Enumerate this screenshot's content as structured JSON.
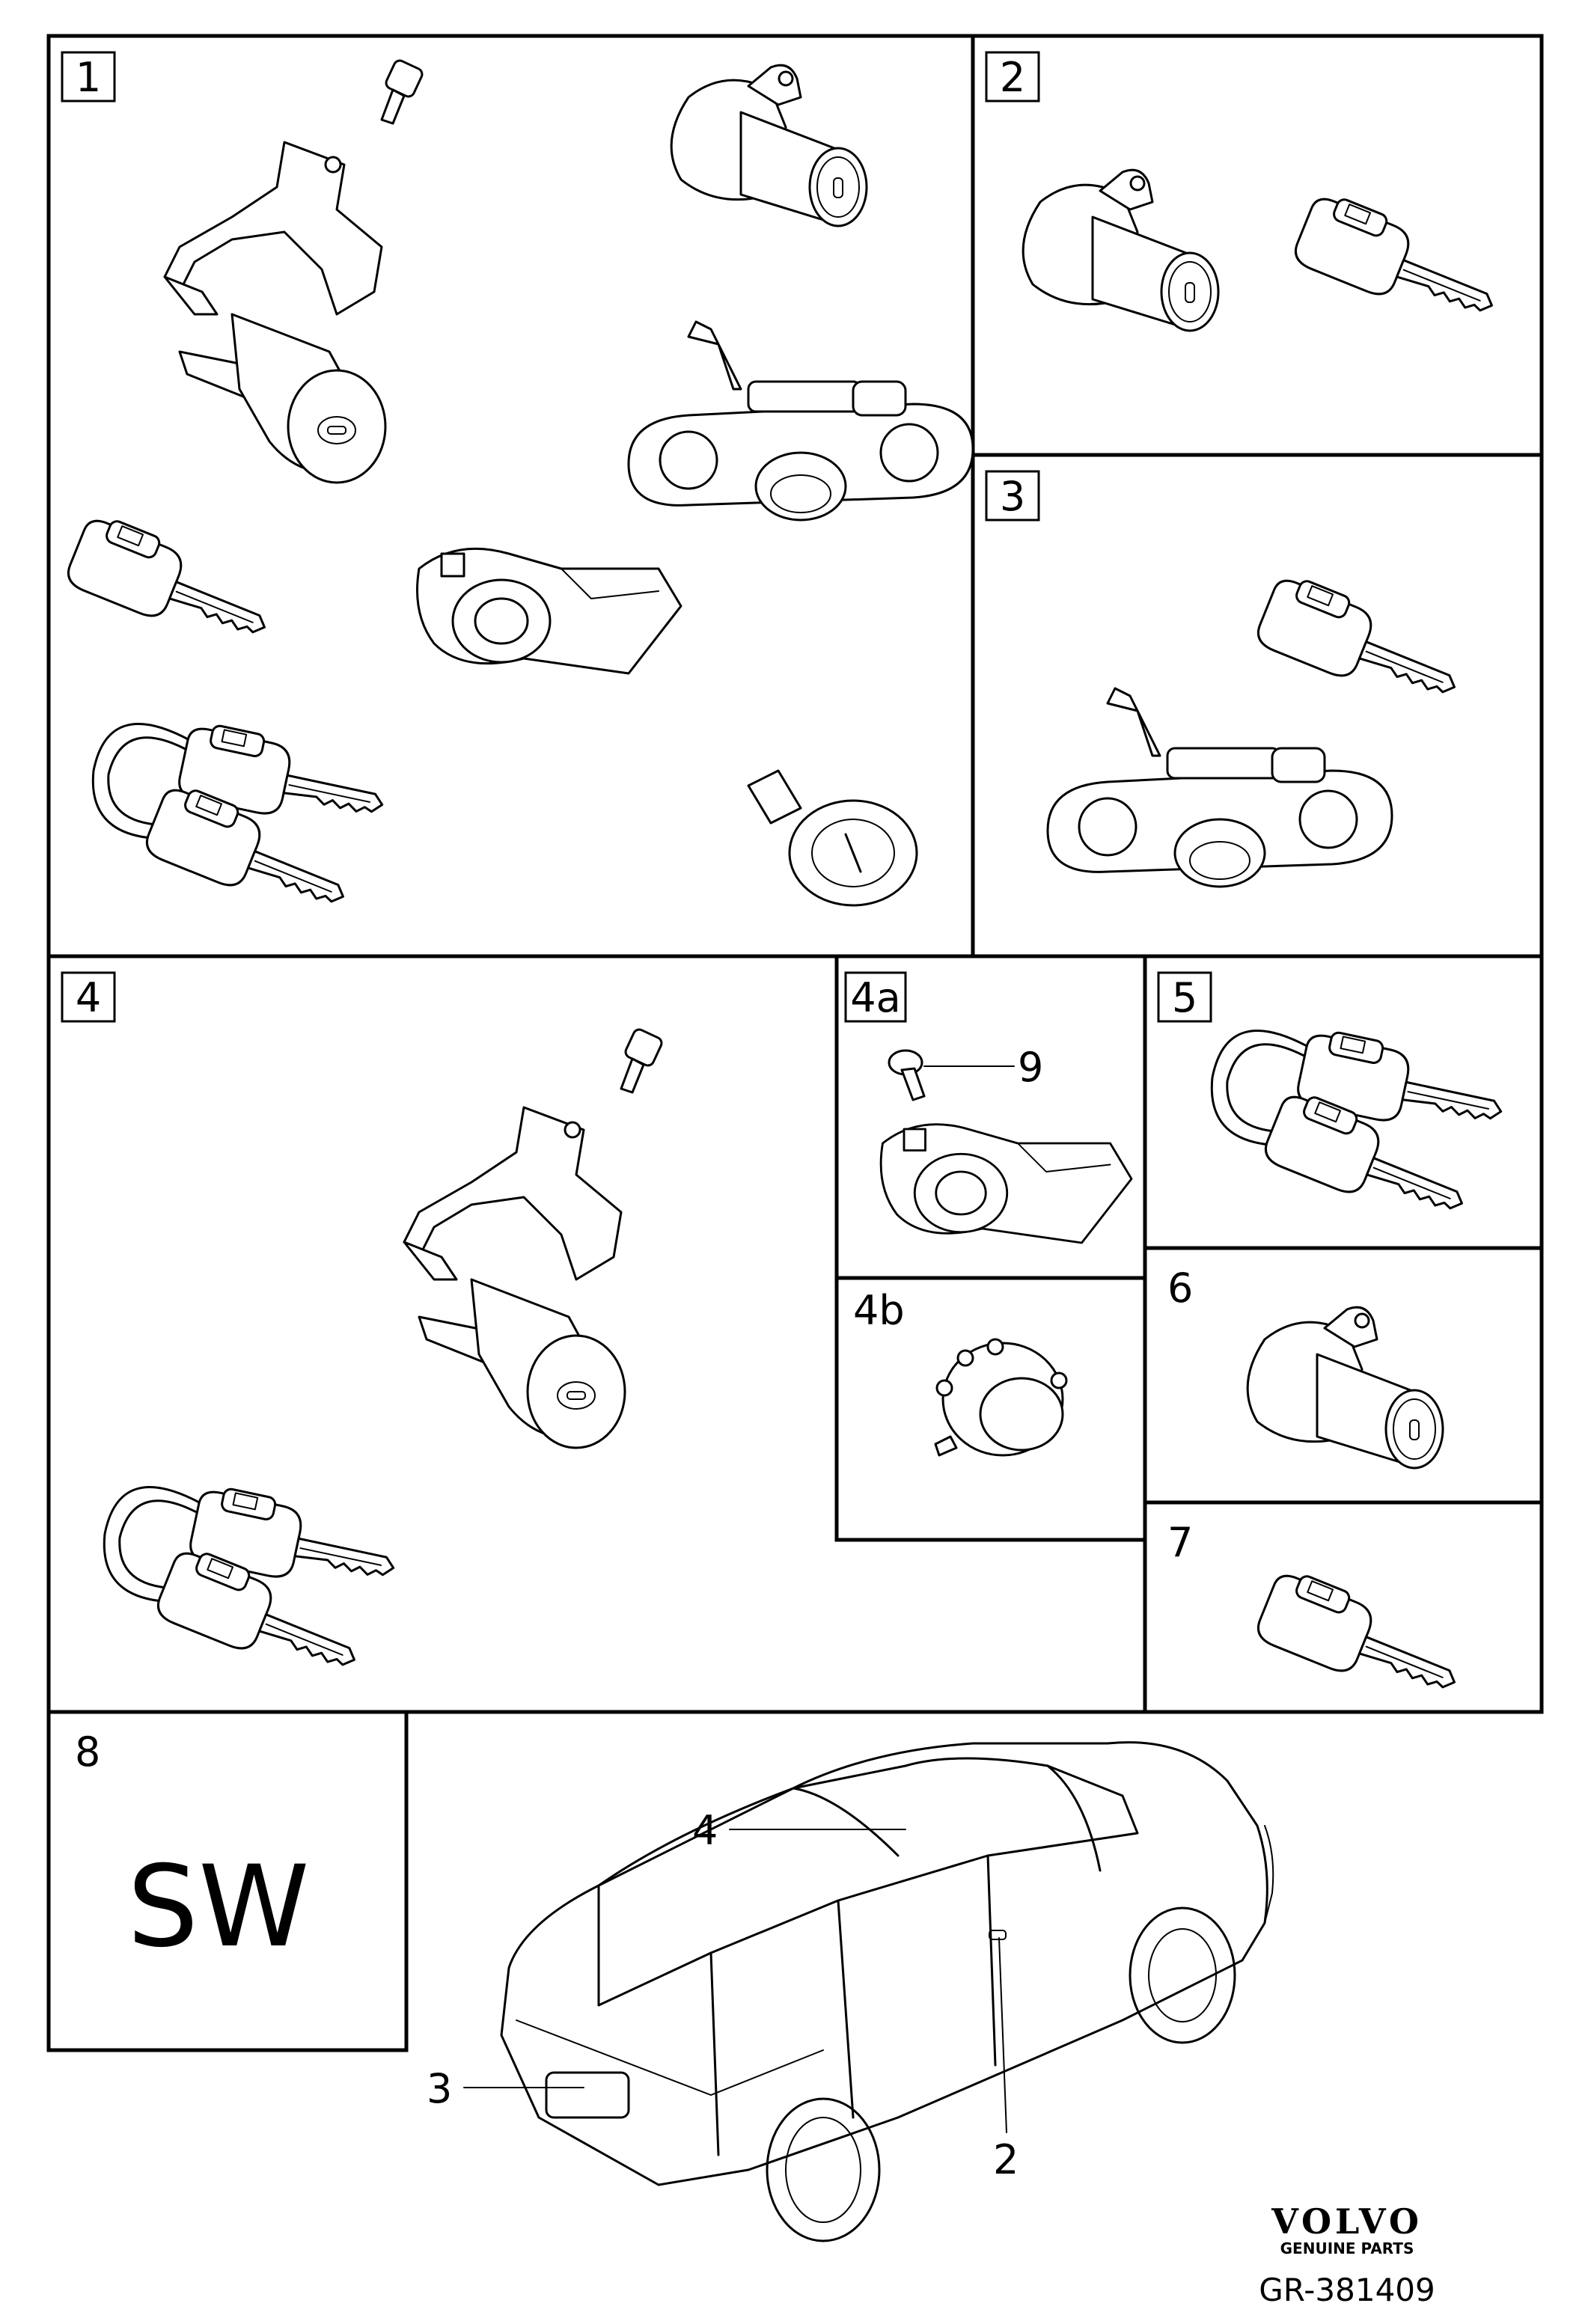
{
  "panels": {
    "p1": "1",
    "p2": "2",
    "p3": "3",
    "p4": "4",
    "p4a": "4a",
    "p4b": "4b",
    "p5": "5",
    "p6": "6",
    "p7": "7",
    "p8": "8"
  },
  "panel8_text": "SW",
  "callouts": {
    "c9": "9",
    "car4": "4",
    "car3": "3",
    "car2": "2"
  },
  "brand": {
    "name": "VOLVO",
    "tagline": "GENUINE PARTS",
    "code": "GR-381409"
  },
  "icons": [
    "key-icon",
    "key-ring-icon",
    "lock-cylinder-icon",
    "ignition-lock-icon",
    "ignition-switch-icon",
    "trunk-lock-icon",
    "sedan-car-icon"
  ]
}
